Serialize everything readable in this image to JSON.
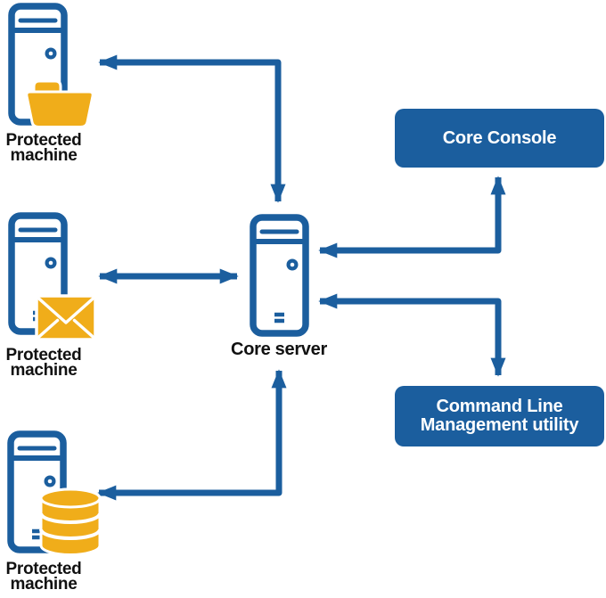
{
  "colors": {
    "blue": "#1B5E9E",
    "yellow": "#F0AD1A",
    "label_text": "#111111",
    "box_text": "#FFFFFF",
    "background": "#FFFFFF"
  },
  "machines": [
    {
      "id": "protected-machine-folder",
      "label": "Protected machine",
      "label_lines": [
        "Protected",
        "machine"
      ],
      "icon": "folder-icon"
    },
    {
      "id": "protected-machine-mail",
      "label": "Protected machine",
      "label_lines": [
        "Protected",
        "machine"
      ],
      "icon": "envelope-icon"
    },
    {
      "id": "protected-machine-database",
      "label": "Protected machine",
      "label_lines": [
        "Protected",
        "machine"
      ],
      "icon": "database-icon"
    }
  ],
  "core_server": {
    "label": "Core server",
    "icon": "server-tower-icon"
  },
  "boxes": {
    "core_console": {
      "label": "Core Console"
    },
    "cli_utility": {
      "label": "Command Line Management utility",
      "label_lines": [
        "Command Line",
        "Management utility"
      ]
    }
  },
  "connections": [
    {
      "from": "core-server",
      "to": "protected-machine-folder",
      "shape": "elbow",
      "bidirectional": true
    },
    {
      "from": "core-server",
      "to": "protected-machine-mail",
      "shape": "straight",
      "bidirectional": true
    },
    {
      "from": "core-server",
      "to": "protected-machine-database",
      "shape": "elbow",
      "bidirectional": true
    },
    {
      "from": "core-server",
      "to": "core-console",
      "shape": "elbow",
      "bidirectional": true
    },
    {
      "from": "core-server",
      "to": "cli-utility",
      "shape": "elbow",
      "bidirectional": true
    }
  ]
}
